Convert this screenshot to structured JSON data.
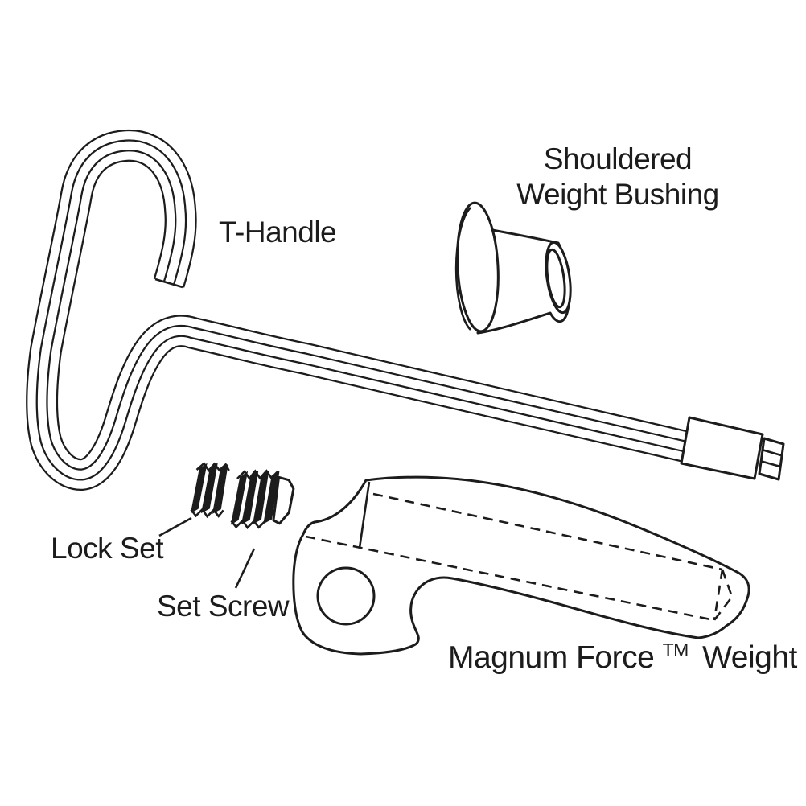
{
  "colors": {
    "background": "#ffffff",
    "line": "#1c1c1c"
  },
  "labels": {
    "t_handle": "T-Handle",
    "bushing_line1": "Shouldered",
    "bushing_line2": "Weight Bushing",
    "lock_set": "Lock Set",
    "set_screw": "Set Screw",
    "magnum_prefix": "Magnum Force",
    "magnum_tm": "TM",
    "magnum_suffix": "Weight"
  }
}
